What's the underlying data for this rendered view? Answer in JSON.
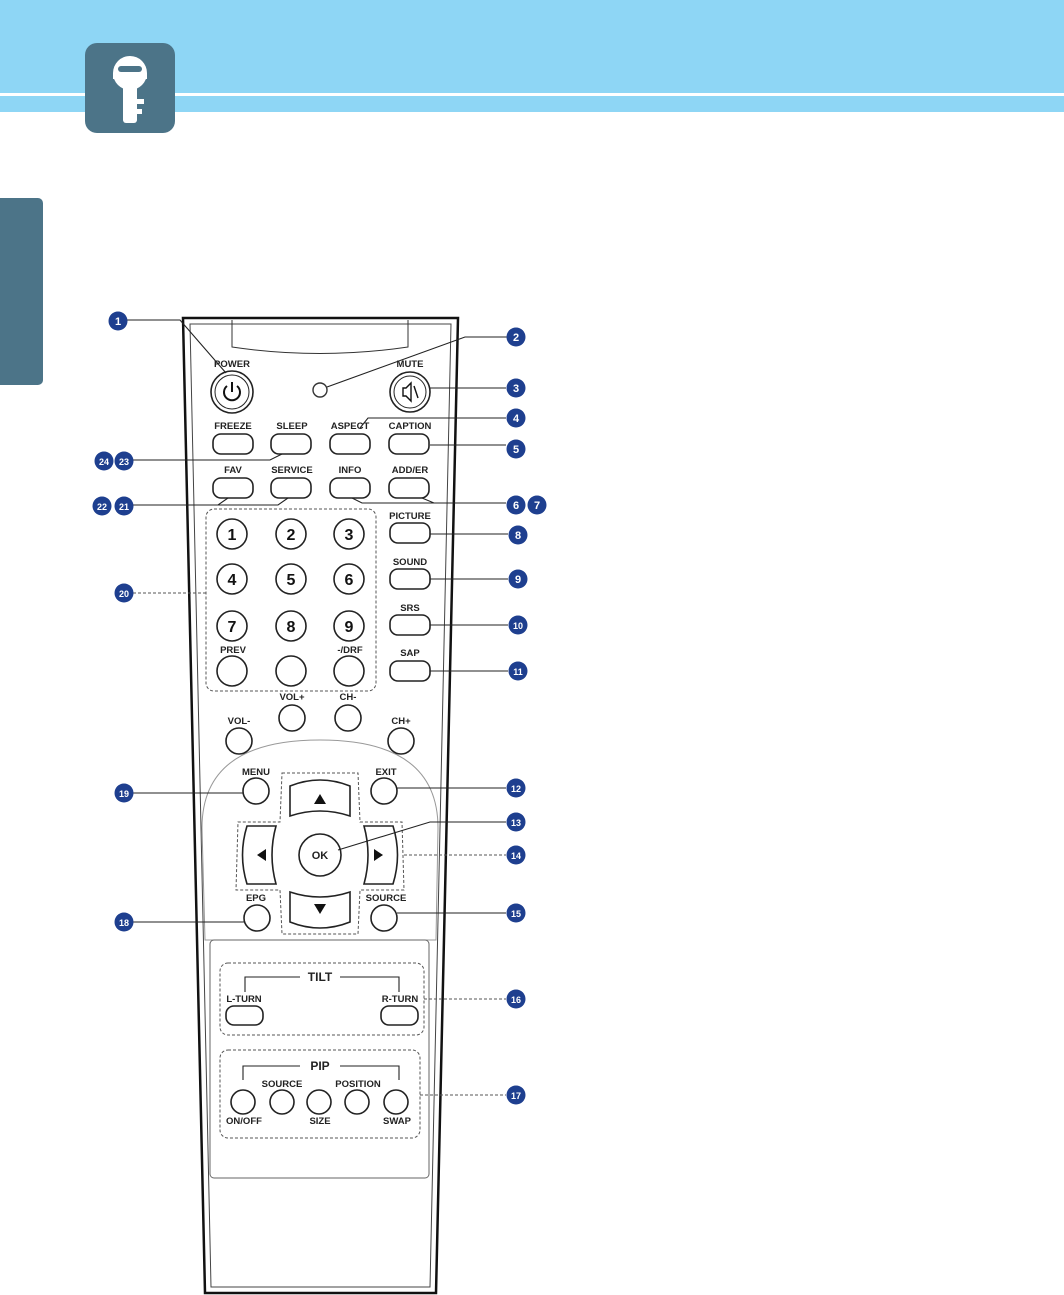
{
  "colors": {
    "header": "#8ed6f5",
    "accent": "#4c7488",
    "callout": "#1e3f8f"
  },
  "header": {
    "icon": "key-icon"
  },
  "remote": {
    "top_buttons": {
      "power": "POWER",
      "mute": "MUTE"
    },
    "row1": [
      "FREEZE",
      "SLEEP",
      "ASPECT",
      "CAPTION"
    ],
    "row2": [
      "FAV",
      "SERVICE",
      "INFO",
      "ADD/ER"
    ],
    "numpad": [
      "1",
      "2",
      "3",
      "4",
      "5",
      "6",
      "7",
      "8",
      "9"
    ],
    "numpad_bottom": {
      "prev": "PREV",
      "drf": "-/DRF"
    },
    "side_buttons": [
      "PICTURE",
      "SOUND",
      "SRS",
      "SAP"
    ],
    "volch": {
      "vol_minus": "VOL-",
      "vol_plus": "VOL+",
      "ch_minus": "CH-",
      "ch_plus": "CH+"
    },
    "nav": {
      "menu": "MENU",
      "exit": "EXIT",
      "ok": "OK",
      "epg": "EPG",
      "source": "SOURCE"
    },
    "tilt": {
      "title": "TILT",
      "left": "L-TURN",
      "right": "R-TURN"
    },
    "pip": {
      "title": "PIP",
      "on_off": "ON/OFF",
      "source": "SOURCE",
      "size": "SIZE",
      "position": "POSITION",
      "swap": "SWAP"
    }
  },
  "callouts": [
    "1",
    "2",
    "3",
    "4",
    "5",
    "6",
    "7",
    "8",
    "9",
    "10",
    "11",
    "12",
    "13",
    "14",
    "15",
    "16",
    "17",
    "18",
    "19",
    "20",
    "21",
    "22",
    "23",
    "24"
  ]
}
